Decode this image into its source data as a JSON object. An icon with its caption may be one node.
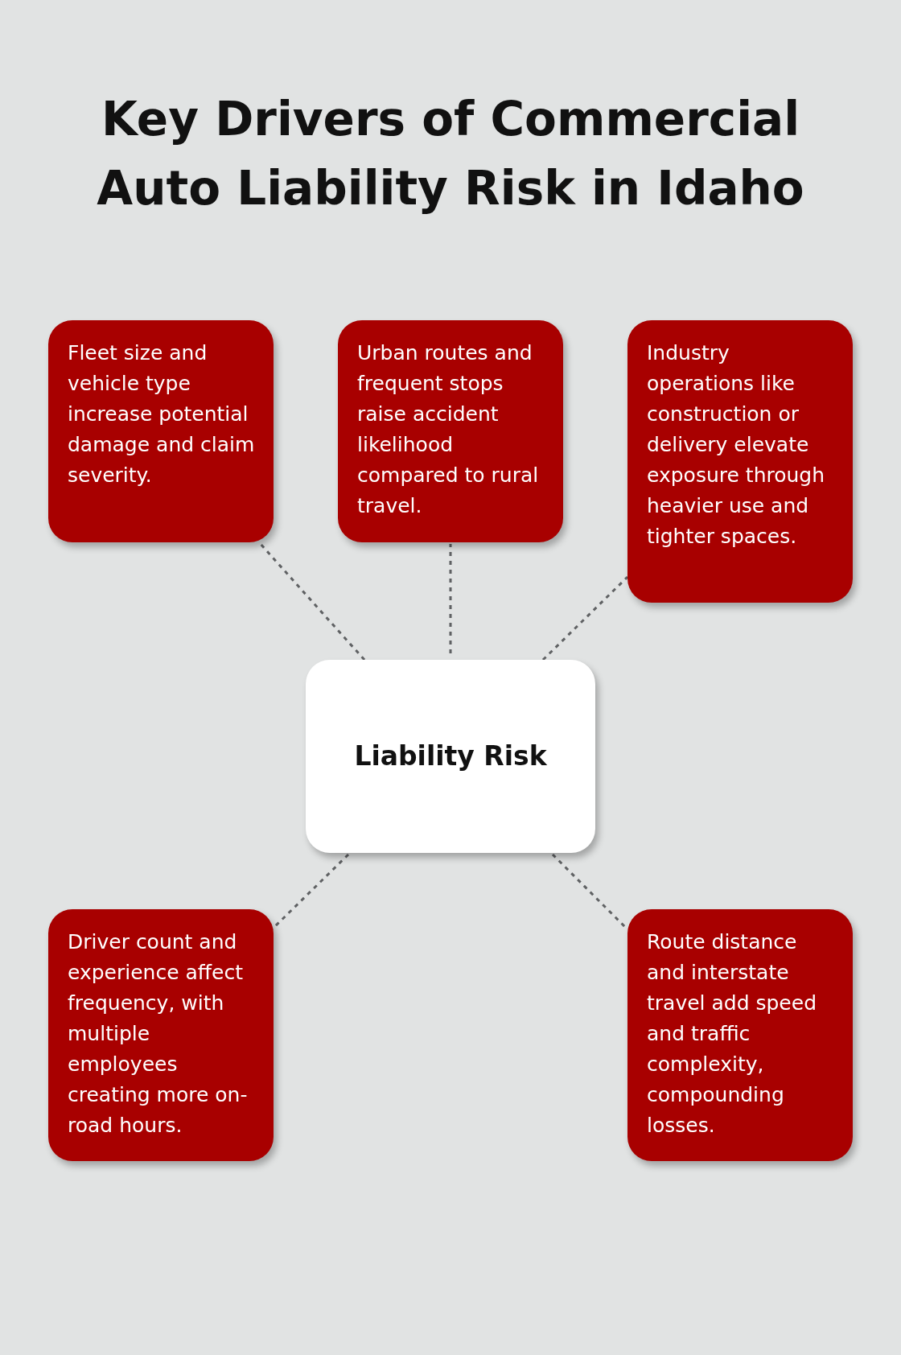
{
  "diagram": {
    "title": "Key Drivers of Commercial Auto Liability Risk in Idaho",
    "nodes": [
      {
        "text": [
          "Fleet size and vehicle type increase potential damage and claim severity."
        ]
      },
      {
        "text": [
          "Urban routes and frequent stops raise accident likelihood compared to rural travel."
        ]
      },
      {
        "text": [
          "Industry operations like construction or delivery elevate exposure through heavier use and tighter spaces."
        ]
      },
      {
        "text": [
          "Liability Risk"
        ]
      },
      {
        "text": [
          "Driver count and experience affect frequency, with multiple employees creating more on-road hours."
        ]
      },
      {
        "text": [
          "Route distance and interstate travel add speed and traffic complexity, compounding losses."
        ]
      }
    ],
    "edges": [
      {
        "from": 3,
        "to": 0,
        "arrow": "none",
        "style": "dashed"
      },
      {
        "from": 3,
        "to": 1,
        "arrow": "none",
        "style": "dashed"
      },
      {
        "from": 3,
        "to": 2,
        "arrow": "none",
        "style": "dashed"
      },
      {
        "from": 3,
        "to": 4,
        "arrow": "none",
        "style": "dashed"
      },
      {
        "from": 3,
        "to": 5,
        "arrow": "none",
        "style": "dashed"
      }
    ]
  }
}
